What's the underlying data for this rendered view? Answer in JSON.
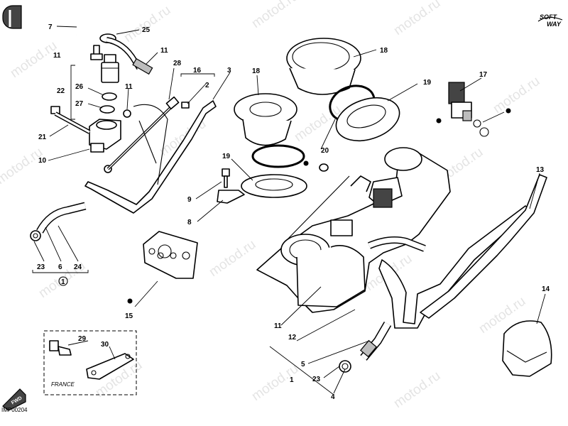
{
  "drawing_code": "IMP00204",
  "brand_logo": [
    "SOFT",
    "WAY"
  ],
  "watermark_text": "motod.ru",
  "note_label": "FRANCE",
  "fwd_badge": "FWD",
  "bullet_note": "1",
  "callouts": {
    "c1": "1",
    "c2": "2",
    "c3": "3",
    "c4": "4",
    "c5": "5",
    "c6": "6",
    "c7": "7",
    "c8": "8",
    "c9": "9",
    "c10": "10",
    "c11a": "11",
    "c11b": "11",
    "c11c": "11",
    "c11d": "11",
    "c12": "12",
    "c13": "13",
    "c14": "14",
    "c15": "15",
    "c16": "16",
    "c17": "17",
    "c18a": "18",
    "c18b": "18",
    "c19a": "19",
    "c19b": "19",
    "c20": "20",
    "c21": "21",
    "c22": "22",
    "c23a": "23",
    "c23b": "23",
    "c24": "24",
    "c25": "25",
    "c26": "26",
    "c27": "27",
    "c28": "28",
    "c29": "29",
    "c30": "30"
  }
}
